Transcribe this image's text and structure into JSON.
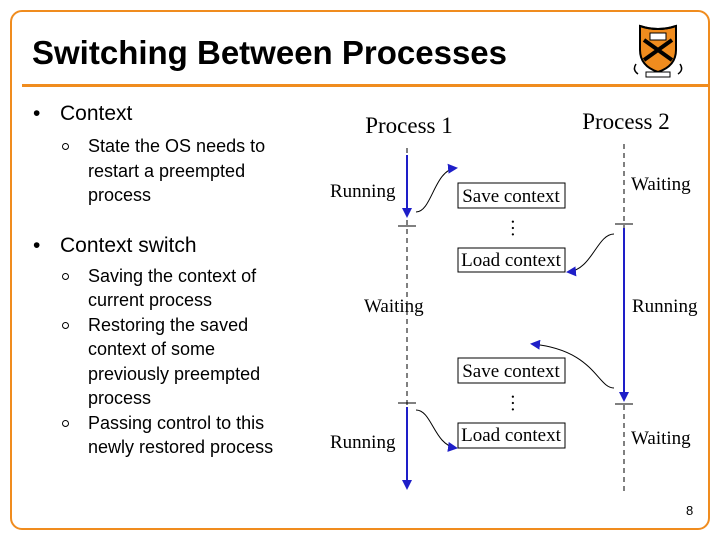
{
  "slide": {
    "title": "Switching Between Processes",
    "page_number": "8"
  },
  "bullets": [
    {
      "text": "Context",
      "subs": [
        "State the OS needs to restart a preempted process"
      ]
    },
    {
      "text": "Context switch",
      "subs": [
        "Saving the context of current process",
        "Restoring the saved context of some previously preempted process",
        "Passing control to this newly restored process"
      ]
    }
  ],
  "bullet_lines": {
    "b0": "Context",
    "b0s0": [
      "State the OS needs to",
      "restart a preempted",
      "process"
    ],
    "b1": "Context switch",
    "b1s0": [
      "Saving the context of",
      "current process"
    ],
    "b1s1": [
      "Restoring the saved",
      "context of some",
      "previously preempted",
      "process"
    ],
    "b1s2": [
      "Passing control to this",
      "newly restored process"
    ]
  },
  "diagram": {
    "process1_title": "Process 1",
    "process2_title": "Process 2",
    "p1_running_top": "Running",
    "p1_waiting": "Waiting",
    "p1_running_bottom": "Running",
    "p2_waiting_top": "Waiting",
    "p2_running": "Running",
    "p2_waiting_bottom": "Waiting",
    "save_context_1": "Save context",
    "load_context_1": "Load context",
    "save_context_2": "Save context",
    "load_context_2": "Load context",
    "ellipsis": "…"
  },
  "colors": {
    "accent": "#f08c1e",
    "arrow": "#1e1ec8",
    "timeline": "#000000"
  },
  "icons": {
    "logo": "princeton-shield-icon"
  }
}
